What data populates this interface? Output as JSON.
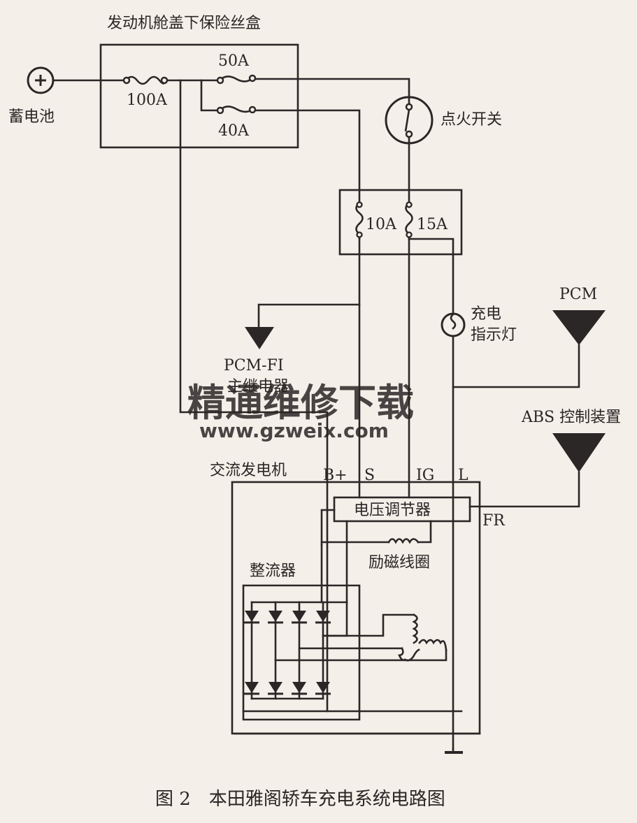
{
  "fuse_box": {
    "title": "发动机舱盖下保险丝盒",
    "fuse_main": "100A",
    "fuse_a": "50A",
    "fuse_b": "40A"
  },
  "battery": {
    "label": "蓄电池",
    "symbol": "+"
  },
  "ignition_switch": {
    "label": "点火开关"
  },
  "relay_fuse_box": {
    "fuse_a": "10A",
    "fuse_b": "15A"
  },
  "charge_lamp": {
    "label_line1": "充电",
    "label_line2": "指示灯"
  },
  "pcm": {
    "label": "PCM"
  },
  "pcm_fi_relay": {
    "label_line1": "PCM-FI",
    "label_line2": "主继电器"
  },
  "abs": {
    "label": "ABS 控制装置"
  },
  "alternator": {
    "label": "交流发电机",
    "terminals": {
      "b_plus": "B+",
      "s": "S",
      "ig": "IG",
      "l": "L",
      "fr": "FR"
    },
    "regulator": "电压调节器",
    "field_coil": "励磁线圈",
    "rectifier": "整流器"
  },
  "watermark": {
    "line1": "精通维修下载",
    "line2": "www.gzweix.com",
    "color": "#f2b27e"
  },
  "caption": "图 2　本田雅阁轿车充电系统电路图"
}
